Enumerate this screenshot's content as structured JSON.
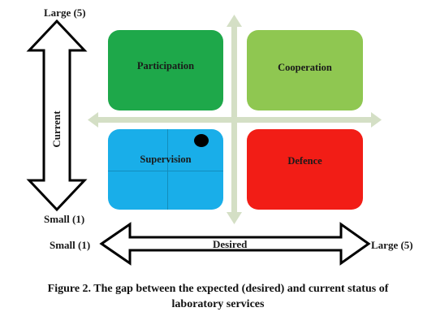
{
  "diagram": {
    "y_axis": {
      "top_label": "Large (5)",
      "bottom_label": "Small (1)",
      "name": "Current"
    },
    "x_axis": {
      "left_label": "Small (1)",
      "right_label": "Large (5)",
      "name": "Desired"
    },
    "quadrants": {
      "top_left": {
        "label": "Participation",
        "color": "#1ea84a"
      },
      "top_right": {
        "label": "Cooperation",
        "color": "#8fc751"
      },
      "bottom_left": {
        "label": "Supervision",
        "color": "#19aee9"
      },
      "bottom_right": {
        "label": "Defence",
        "color": "#f21d16"
      }
    },
    "marker_color": "#000000"
  },
  "caption": "Figure 2. The gap between the expected (desired) and current status of laboratory services"
}
